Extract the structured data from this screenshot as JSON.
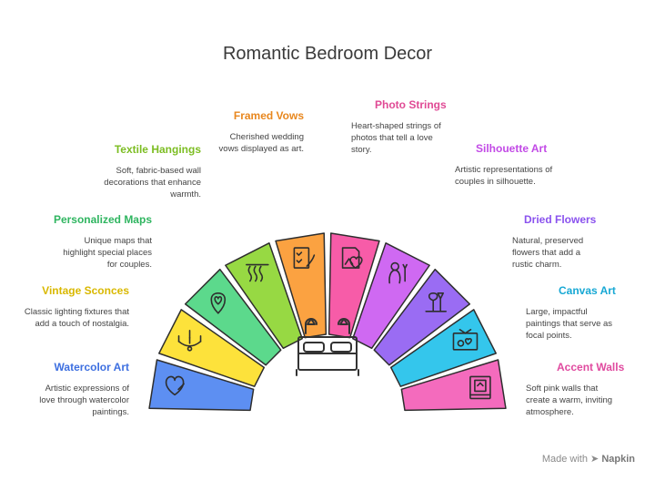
{
  "title": "Romantic Bedroom Decor",
  "footer": {
    "prefix": "Made with",
    "brand": "Napkin"
  },
  "segments": [
    {
      "key": "watercolor",
      "label": "Watercolor Art",
      "desc": "Artistic expressions of love through watercolor paintings.",
      "color": "#5d8ff2",
      "label_color": "#3d6fe0",
      "icon": "heart-brush-icon"
    },
    {
      "key": "sconces",
      "label": "Vintage Sconces",
      "desc": "Classic lighting fixtures that add a touch of nostalgia.",
      "color": "#fde23b",
      "label_color": "#d9b800",
      "icon": "chandelier-icon"
    },
    {
      "key": "maps",
      "label": "Personalized Maps",
      "desc": "Unique maps that highlight special places for couples.",
      "color": "#5cd98c",
      "label_color": "#2fb560",
      "icon": "map-pin-icon"
    },
    {
      "key": "textile",
      "label": "Textile Hangings",
      "desc": "Soft, fabric-based wall decorations that enhance warmth.",
      "color": "#97d943",
      "label_color": "#7cbd22",
      "icon": "tapestry-icon"
    },
    {
      "key": "vows",
      "label": "Framed Vows",
      "desc": "Cherished wedding vows displayed as art.",
      "color": "#fba241",
      "label_color": "#e8871e",
      "icon": "document-signature-icon"
    },
    {
      "key": "photos",
      "label": "Photo Strings",
      "desc": "Heart-shaped strings of photos that tell a love story.",
      "color": "#f75ca8",
      "label_color": "#e04a95",
      "icon": "photo-heart-icon"
    },
    {
      "key": "silhouette",
      "label": "Silhouette Art",
      "desc": "Artistic representations of couples in silhouette.",
      "color": "#cf69f2",
      "label_color": "#c24ae6",
      "icon": "couple-silhouette-icon"
    },
    {
      "key": "flowers",
      "label": "Dried Flowers",
      "desc": "Natural, preserved flowers that add a rustic charm.",
      "color": "#9a6cf3",
      "label_color": "#8a52ee",
      "icon": "dried-flower-icon"
    },
    {
      "key": "canvas",
      "label": "Canvas Art",
      "desc": "Large, impactful paintings that serve as focal points.",
      "color": "#34c6ec",
      "label_color": "#17a8d4",
      "icon": "canvas-painting-icon"
    },
    {
      "key": "accent",
      "label": "Accent Walls",
      "desc": "Soft pink walls that create a warm, inviting atmosphere.",
      "color": "#f46bbd",
      "label_color": "#e04a9f",
      "icon": "framed-wall-icon"
    }
  ]
}
